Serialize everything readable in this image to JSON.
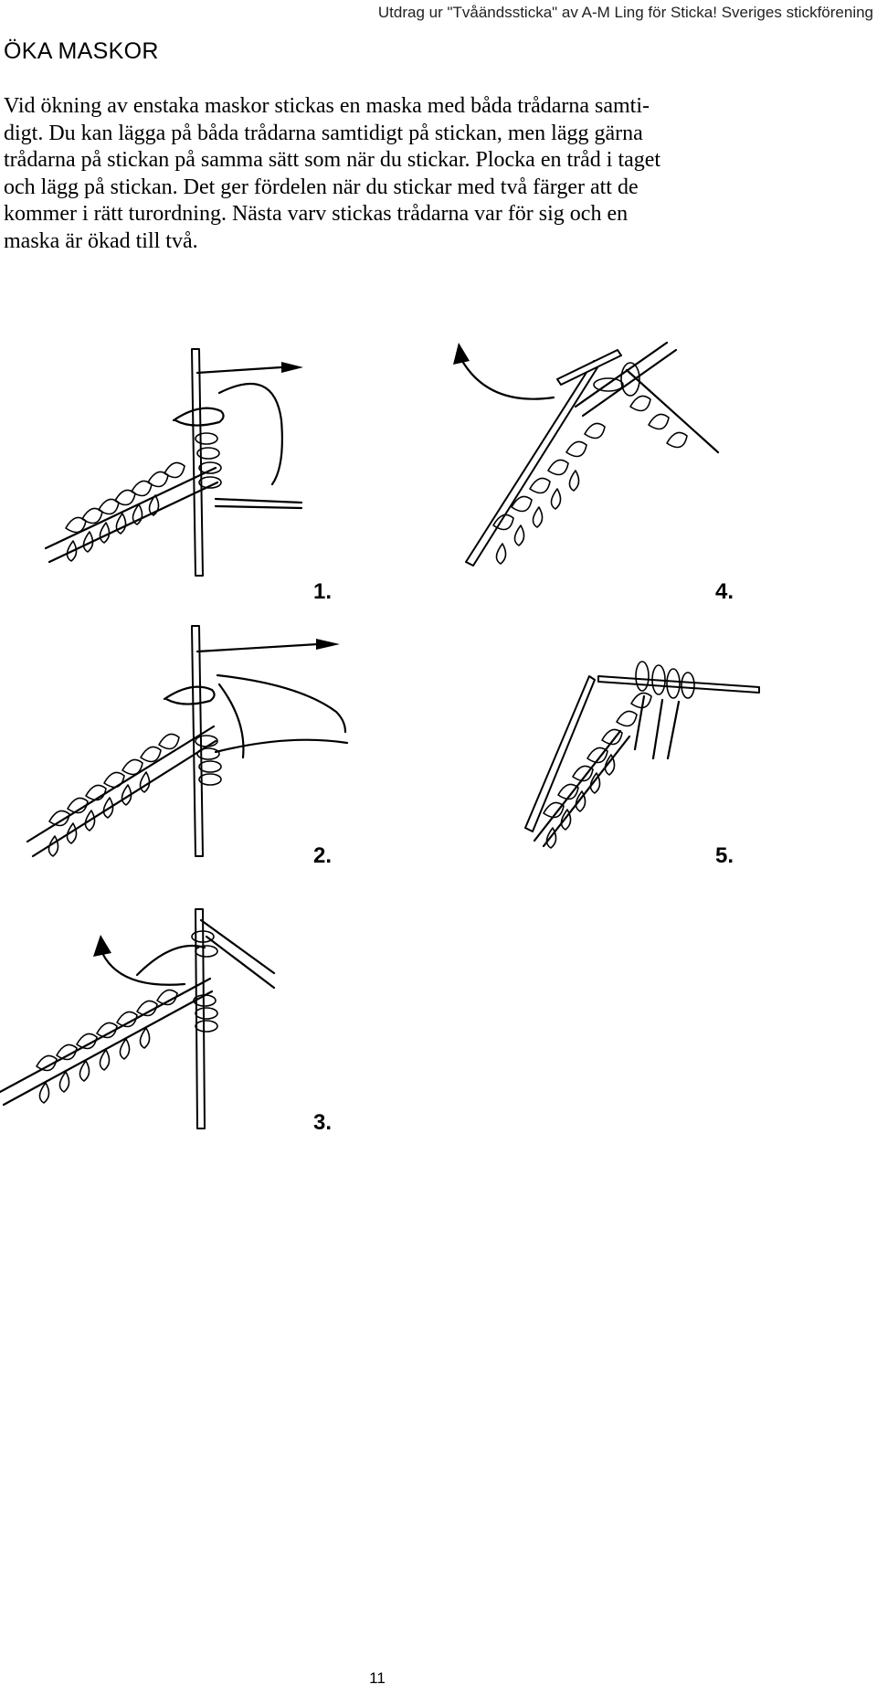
{
  "header": {
    "source_note": "Utdrag ur \"Tvåändssticka\" av A-M Ling för Sticka! Sveriges stickförening"
  },
  "title": "ÖKA MASKOR",
  "body_lines": [
    "Vid ökning av enstaka maskor stickas en maska med båda trådarna samti-",
    "digt. Du kan lägga på båda trådarna samtidigt på stickan, men lägg gärna",
    "trådarna på stickan på samma sätt som när du stickar. Plocka en tråd i taget",
    "och lägg på stickan. Det ger fördelen när du stickar med två färger att de",
    "kommer i rätt turordning. Nästa varv stickas trådarna var för sig och en",
    "maska är ökad till två."
  ],
  "figures": [
    {
      "label": "1.",
      "icon": "knitting-illustration"
    },
    {
      "label": "2.",
      "icon": "knitting-illustration"
    },
    {
      "label": "3.",
      "icon": "knitting-illustration"
    },
    {
      "label": "4.",
      "icon": "knitting-illustration"
    },
    {
      "label": "5.",
      "icon": "knitting-illustration"
    }
  ],
  "page_number": "11"
}
